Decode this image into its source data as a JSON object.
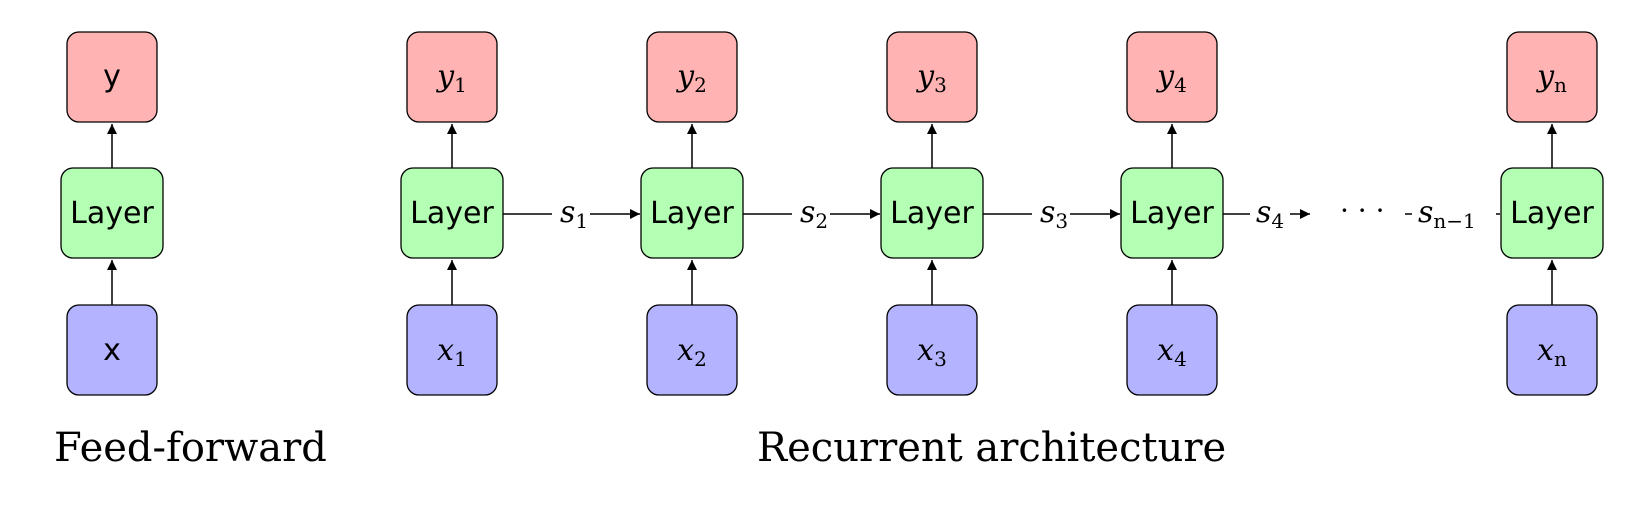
{
  "feedforward": {
    "output": "y",
    "layer": "Layer",
    "input": "x",
    "caption": "Feed-forward"
  },
  "recurrent": {
    "caption": "Recurrent architecture",
    "layer_label": "Layer",
    "steps": [
      {
        "y": "y",
        "y_sub": "1",
        "x": "x",
        "x_sub": "1",
        "s": "s",
        "s_sub": "1"
      },
      {
        "y": "y",
        "y_sub": "2",
        "x": "x",
        "x_sub": "2",
        "s": "s",
        "s_sub": "2"
      },
      {
        "y": "y",
        "y_sub": "3",
        "x": "x",
        "x_sub": "3",
        "s": "s",
        "s_sub": "3"
      },
      {
        "y": "y",
        "y_sub": "4",
        "x": "x",
        "x_sub": "4",
        "s": "s",
        "s_sub": "4"
      },
      {
        "y": "y",
        "y_sub": "n",
        "x": "x",
        "x_sub": "n",
        "s": "s",
        "s_sub": "n−1"
      }
    ],
    "ellipsis": "· · ·"
  },
  "colors": {
    "output": "#ffb3b3",
    "layer": "#b3ffb3",
    "input": "#b3b3ff"
  }
}
